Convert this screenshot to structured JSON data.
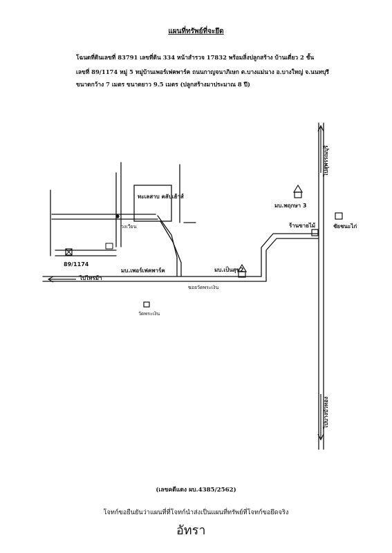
{
  "document": {
    "title": "แผนที่ทรัพย์ที่จะยึด",
    "lines": [
      "โฉนดที่ดินเลขที่  83791  เลขที่ดิน  334  หน้าสำรวจ 17832 พร้อมสิ่งปลูกสร้าง บ้านเดี่ยว 2 ชั้น",
      "เลขที่ 89/1174 หมู่ 5  หมู่บ้านเพอร์เฟคพาร์ค  ถนนกาญจนาภิเษก ต.บางแม่นาง อ.บางใหญ่ จ.นนทบุรี",
      "ขนาดกว้าง 7 เมตร  ขนาดยาว 9.5 เมตร (ปลูกสร้างมาประมาณ 8 ปี)"
    ],
    "case_number": "(เลขคดีแดง ผบ.4385/2562)",
    "certification": "โจทก์ขอยืนยันว่าแผนที่ที่โจทก์นำส่งเป็นแผนที่ทรัพย์ที่โจทก์ขอยึดจริง",
    "signature": "อัทรา"
  },
  "map": {
    "labels": {
      "lake": "ทะเลสาบ คลับเฮ้าส์",
      "roundabout": "วงเวียน",
      "target_house": "89/1174",
      "perfect_park": "มบ.เพอร์เฟคพาร์ค",
      "suksan": "มบ.เป็นสุข2",
      "pruksa": "มบ.พฤกษา 3",
      "shop": "ร้านขายไม้",
      "market": "ชัยชนะไก่",
      "to_saima": "ไปไทรม้า",
      "soi_road": "ซอยวัดพระเงิน",
      "temple": "วัดพระเงิน",
      "to_suphan": "ไปสุพรรณบุรี",
      "to_bangbuathong": "ไปบางบัวทอง"
    }
  }
}
